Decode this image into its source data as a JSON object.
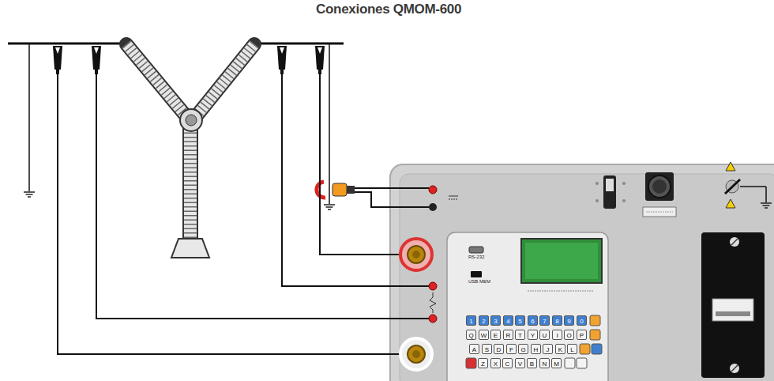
{
  "diagram": {
    "title": "Conexiones QMOM-600",
    "labels": [
      "RS-232",
      "USB MEM",
      "1",
      "2",
      "3",
      "4",
      "5",
      "6",
      "7",
      "8",
      "9",
      "0",
      "Q",
      "W",
      "E",
      "R",
      "T",
      "Y",
      "U",
      "I",
      "O",
      "P",
      "A",
      "S",
      "D",
      "F",
      "G",
      "H",
      "J",
      "K",
      "L",
      "Z",
      "X",
      "C",
      "V",
      "B",
      "N",
      "M"
    ]
  }
}
